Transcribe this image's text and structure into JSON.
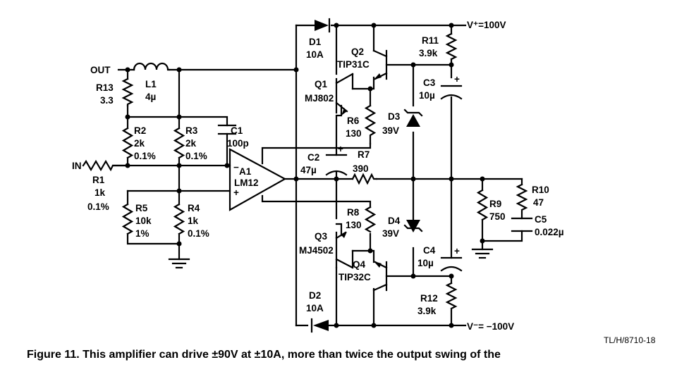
{
  "ref_code": "TL/H/8710-18",
  "caption": "Figure 11. This amplifier can drive ±90V at ±10A, more than twice the output swing of the",
  "nets": {
    "out": "OUT",
    "in": "IN",
    "vpos": "V⁺=100V",
    "vneg": "V⁻= −100V"
  },
  "components": {
    "L1": {
      "name": "L1",
      "value": "4µ"
    },
    "R13": {
      "name": "R13",
      "value": "3.3"
    },
    "R1": {
      "name": "R1",
      "value": "1k",
      "tol": "0.1%"
    },
    "R2": {
      "name": "R2",
      "value": "2k",
      "tol": "0.1%"
    },
    "R3": {
      "name": "R3",
      "value": "2k",
      "tol": "0.1%"
    },
    "R4": {
      "name": "R4",
      "value": "1k",
      "tol": "0.1%"
    },
    "R5": {
      "name": "R5",
      "value": "10k",
      "tol": "1%"
    },
    "C1": {
      "name": "C1",
      "value": "100p"
    },
    "A1": {
      "name": "A1",
      "part": "LM12"
    },
    "D1": {
      "name": "D1",
      "value": "10A"
    },
    "D2": {
      "name": "D2",
      "value": "10A"
    },
    "Q1": {
      "name": "Q1",
      "part": "MJ802"
    },
    "Q2": {
      "name": "Q2",
      "part": "TIP31C"
    },
    "Q3": {
      "name": "Q3",
      "part": "MJ4502"
    },
    "Q4": {
      "name": "Q4",
      "part": "TIP32C"
    },
    "R6": {
      "name": "R6",
      "value": "130"
    },
    "R8": {
      "name": "R8",
      "value": "130"
    },
    "R7": {
      "name": "R7",
      "value": "390"
    },
    "C2": {
      "name": "C2",
      "value": "47µ"
    },
    "D3": {
      "name": "D3",
      "value": "39V"
    },
    "D4": {
      "name": "D4",
      "value": "39V"
    },
    "C3": {
      "name": "C3",
      "value": "10µ"
    },
    "C4": {
      "name": "C4",
      "value": "10µ"
    },
    "R11": {
      "name": "R11",
      "value": "3.9k"
    },
    "R12": {
      "name": "R12",
      "value": "3.9k"
    },
    "R9": {
      "name": "R9",
      "value": "750"
    },
    "R10": {
      "name": "R10",
      "value": "47"
    },
    "C5": {
      "name": "C5",
      "value": "0.022µ"
    }
  },
  "opamp_pins": {
    "minus": "−",
    "plus": "+"
  },
  "polarity_mark": "+"
}
